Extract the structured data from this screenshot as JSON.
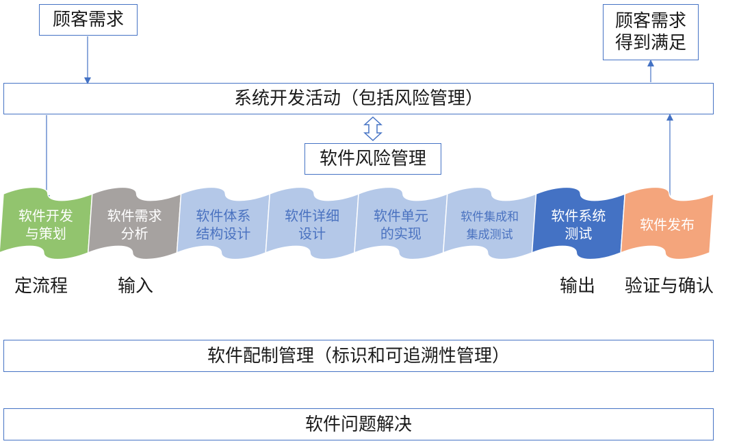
{
  "customer_need": "顾客需求",
  "customer_satisfied": [
    "顾客需求",
    "得到满足"
  ],
  "system_dev": "系统开发活动（包括风险管理）",
  "risk_mgmt": "软件风险管理",
  "phases": [
    {
      "lines": [
        "软件开发",
        "与策划"
      ],
      "fill": "#92c46e",
      "text_color": "#ffffff"
    },
    {
      "lines": [
        "软件需求",
        "分析"
      ],
      "fill": "#a6a2a0",
      "text_color": "#ffffff"
    },
    {
      "lines": [
        "软件体系",
        "结构设计"
      ],
      "fill": "#b4c8e8",
      "text_color": "#4a72c0"
    },
    {
      "lines": [
        "软件详细",
        "设计"
      ],
      "fill": "#b4c8e8",
      "text_color": "#4a72c0"
    },
    {
      "lines": [
        "软件单元",
        "的实现"
      ],
      "fill": "#b4c8e8",
      "text_color": "#4a72c0"
    },
    {
      "lines": [
        "软件集成和",
        "集成测试"
      ],
      "fill": "#b4c8e8",
      "text_color": "#4a72c0"
    },
    {
      "lines": [
        "软件系统",
        "测试"
      ],
      "fill": "#4472c4",
      "text_color": "#ffffff"
    },
    {
      "lines": [
        "软件发布"
      ],
      "fill": "#f4a57c",
      "text_color": "#ffffff"
    }
  ],
  "under_labels": {
    "define_process": "定流程",
    "input": "输入",
    "output": "输出",
    "verify_validate": "验证与确认"
  },
  "config_mgmt": "软件配制管理（标识和可追溯性管理）",
  "problem_resolution": "软件问题解决",
  "colors": {
    "accent": "#4472c4"
  }
}
